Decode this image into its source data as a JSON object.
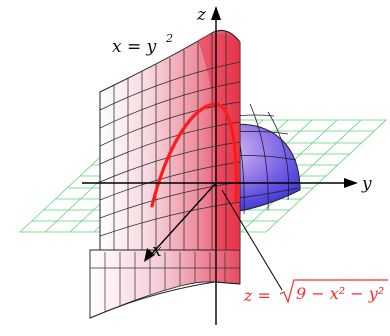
{
  "labels": {
    "axis_z": "z",
    "axis_y": "y",
    "axis_x": "x",
    "cylinder_lhs": "x = y",
    "cylinder_exp": "2",
    "sphere_lhs": "z =",
    "sphere_radicand": "9 − x² − y²"
  },
  "colors": {
    "surface_red": "#e8344a",
    "surface_pink": "#f4c8d4",
    "hemisphere_blue": "#3a3ad8",
    "hemisphere_violet": "#9b6de6",
    "intersection_curve": "#ff1a1a",
    "plane_grid": "#5fd27a",
    "axes": "#000000"
  },
  "icons": []
}
